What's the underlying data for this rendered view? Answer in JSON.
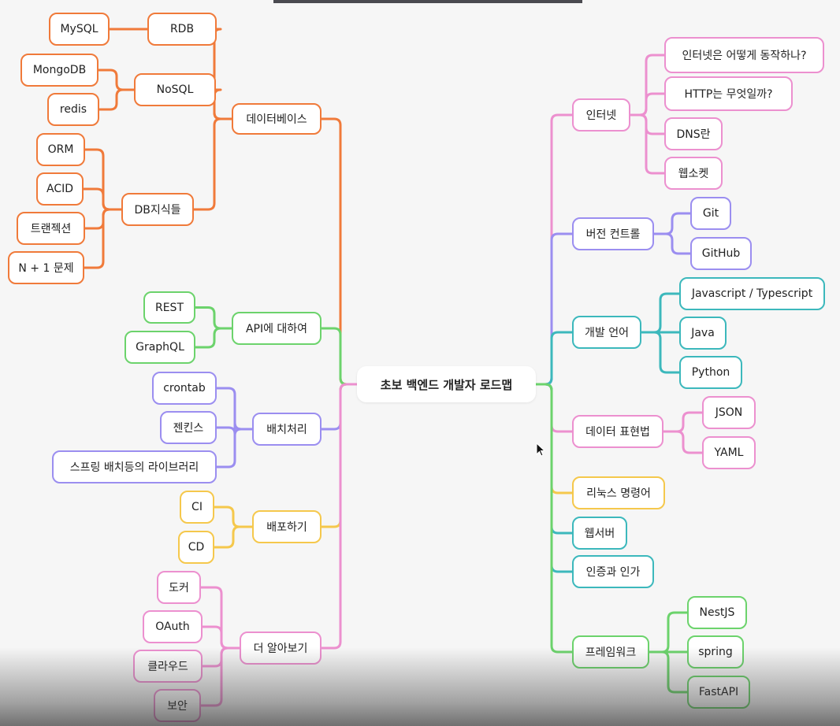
{
  "title": "초보 백엔드 개발자 로드맵",
  "colors": {
    "database": "#f07a3a",
    "api": "#6cd36c",
    "batch": "#9b8ef0",
    "deploy": "#f5c84c",
    "more": "#ec90cf",
    "internet": "#ec90cf",
    "vcs": "#9b8ef0",
    "lang": "#3cb8bc",
    "data": "#ec90cf",
    "linux": "#f5c84c",
    "webserver": "#3cb8bc",
    "auth": "#3cb8bc",
    "framework": "#6cd36c"
  },
  "nodes": {
    "root": "초보 백엔드 개발자 로드맵",
    "database": "데이터베이스",
    "rdb": "RDB",
    "mysql": "MySQL",
    "nosql": "NoSQL",
    "mongodb": "MongoDB",
    "redis": "redis",
    "dbknowledge": "DB지식들",
    "orm": "ORM",
    "acid": "ACID",
    "transaction": "트랜젝션",
    "nplus1": "N + 1 문제",
    "api": "API에 대하여",
    "rest": "REST",
    "graphql": "GraphQL",
    "batch": "배치처리",
    "crontab": "crontab",
    "jenkins": "젠킨스",
    "springbatch": "스프링 배치등의 라이브러리",
    "deploy": "배포하기",
    "ci": "CI",
    "cd": "CD",
    "more": "더 알아보기",
    "docker": "도커",
    "oauth": "OAuth",
    "cloud": "클라우드",
    "security": "보안",
    "internet": "인터넷",
    "howinternet": "인터넷은 어떻게 동작하나?",
    "http": "HTTP는 무엇일까?",
    "dns": "DNS란",
    "websocket": "웹소켓",
    "vcs": "버전 컨트롤",
    "git": "Git",
    "github": "GitHub",
    "lang": "개발 언어",
    "jsts": "Javascript / Typescript",
    "java": "Java",
    "python": "Python",
    "dataformat": "데이터 표현법",
    "json": "JSON",
    "yaml": "YAML",
    "linux": "리눅스 명령어",
    "webserver": "웹서버",
    "auth": "인증과 인가",
    "framework": "프레임워크",
    "nestjs": "NestJS",
    "spring": "spring",
    "fastapi": "FastAPI"
  }
}
